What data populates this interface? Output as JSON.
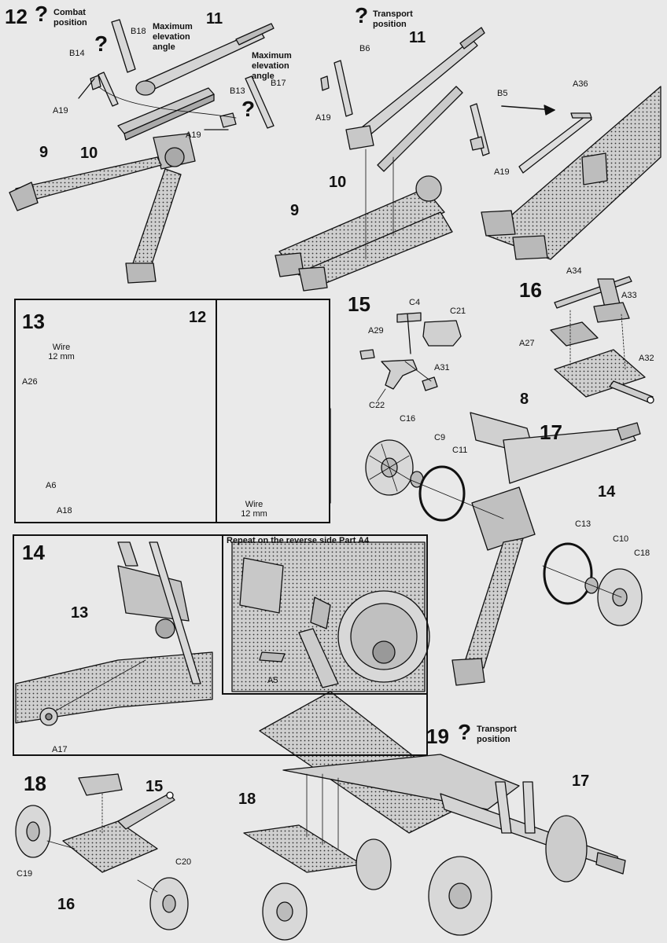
{
  "colors": {
    "background": "#e9e9e9",
    "line": "#111111",
    "panel_fill": "#eaeaea"
  },
  "step12": {
    "number": "12",
    "mode_icon": "question-icon",
    "combat_note": "Combat position",
    "transport_note": "Transport position",
    "max_elev_a": "Maximum elevation angle",
    "max_elev_b": "Maximum elevation angle",
    "left_labels": {
      "B18": "B18",
      "B14": "B14",
      "A19a": "A19",
      "B13": "B13",
      "B17": "B17",
      "A19b": "A19",
      "n11": "11",
      "n9": "9",
      "n10": "10"
    },
    "right_labels": {
      "B6": "B6",
      "A19a": "A19",
      "B5": "B5",
      "A36": "A36",
      "A19b": "A19",
      "n11": "11",
      "n10": "10",
      "n9": "9"
    }
  },
  "step13": {
    "number": "13",
    "n12": "12",
    "wire1": "Wire 12 mm",
    "wire2": "Wire 12 mm",
    "A26": "A26",
    "A6": "A6",
    "A18": "A18"
  },
  "step15": {
    "number": "15",
    "C4": "C4",
    "C21": "C21",
    "A29": "A29",
    "A31": "A31",
    "C22": "C22"
  },
  "step16": {
    "number": "16",
    "A34": "A34",
    "A33": "A33",
    "A27": "A27",
    "A32": "A32"
  },
  "step17": {
    "number": "17",
    "n8": "8",
    "n14": "14",
    "C16": "C16",
    "C9": "C9",
    "C11": "C11",
    "C13": "C13",
    "C10": "C10",
    "C18": "C18"
  },
  "step14": {
    "number": "14",
    "n13": "13",
    "A17": "A17",
    "inset_note": "Repeat on the reverse side Part A4",
    "A5": "A5"
  },
  "step18": {
    "number": "18",
    "n15": "15",
    "n16": "16",
    "C19": "C19",
    "C20": "C20"
  },
  "step19": {
    "number": "19",
    "transport_note": "Transport position",
    "n18": "18",
    "n17": "17"
  }
}
